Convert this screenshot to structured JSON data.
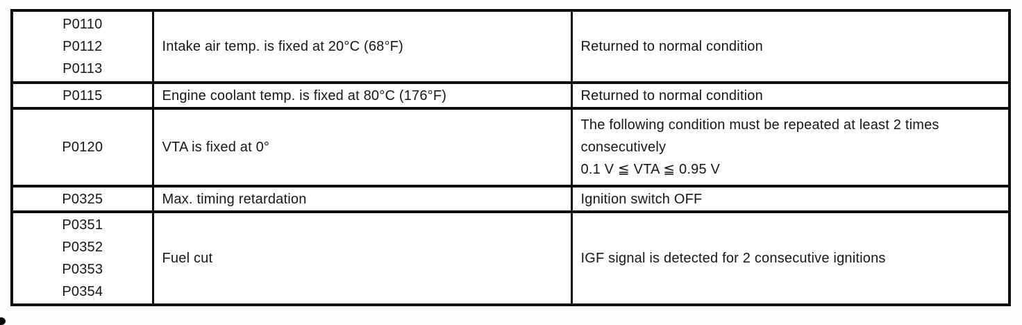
{
  "table": {
    "rows": [
      {
        "codes": [
          "P0110",
          "P0112",
          "P0113"
        ],
        "trouble": "Intake air temp. is fixed at 20°C (68°F)",
        "condition_lines": [
          "Returned to normal condition"
        ]
      },
      {
        "codes": [
          "P0115"
        ],
        "trouble": "Engine coolant temp. is fixed at 80°C (176°F)",
        "condition_lines": [
          "Returned to normal condition"
        ]
      },
      {
        "codes": [
          "P0120"
        ],
        "trouble": "VTA is fixed at 0°",
        "condition_lines": [
          "The following condition must be repeated at least 2 times",
          "consecutively",
          "0.1 V ≦ VTA ≦ 0.95 V"
        ]
      },
      {
        "codes": [
          "P0325"
        ],
        "trouble": "Max. timing retardation",
        "condition_lines": [
          "Ignition switch OFF"
        ]
      },
      {
        "codes": [
          "P0351",
          "P0352",
          "P0353",
          "P0354"
        ],
        "trouble": "Fuel cut",
        "condition_lines": [
          "IGF signal is detected for 2 consecutive ignitions"
        ]
      }
    ]
  },
  "colors": {
    "ink": "#161616",
    "border": "#0d0d0d",
    "paper": "#fefefe"
  }
}
